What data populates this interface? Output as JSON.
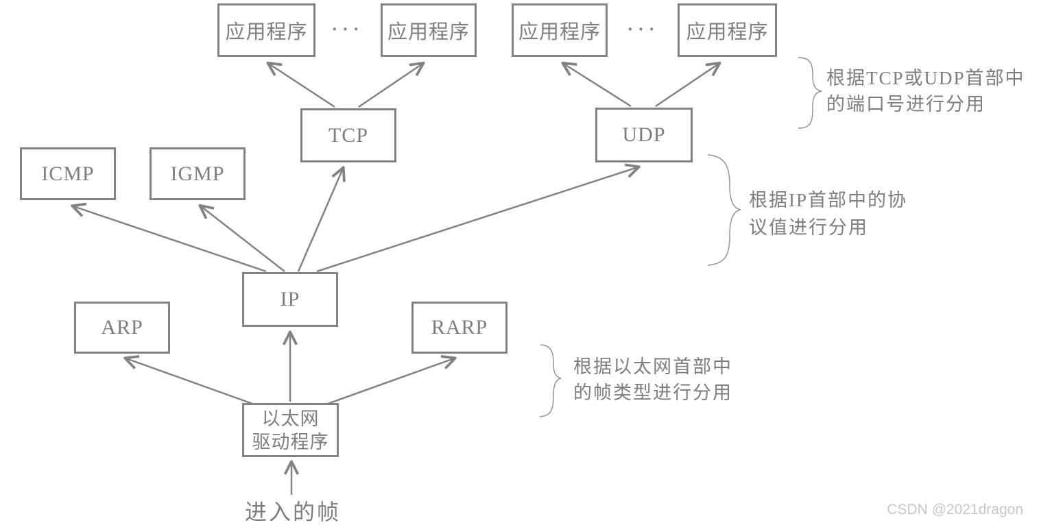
{
  "diagram": {
    "colors": {
      "line": "#828282",
      "box_border": "#828282",
      "box_text": "#7e7e7e",
      "brace": "#8f8f8f",
      "watermark": "#c6c6c6"
    },
    "boxes": [
      {
        "id": "app-1",
        "label": "应用程序"
      },
      {
        "id": "app-2",
        "label": "应用程序"
      },
      {
        "id": "app-3",
        "label": "应用程序"
      },
      {
        "id": "app-4",
        "label": "应用程序"
      },
      {
        "id": "tcp",
        "label": "TCP"
      },
      {
        "id": "udp",
        "label": "UDP"
      },
      {
        "id": "icmp",
        "label": "ICMP"
      },
      {
        "id": "igmp",
        "label": "IGMP"
      },
      {
        "id": "ip",
        "label": "IP"
      },
      {
        "id": "arp",
        "label": "ARP"
      },
      {
        "id": "rarp",
        "label": "RARP"
      }
    ],
    "ethernet_box": {
      "line1": "以太网",
      "line2": "驱动程序"
    },
    "ellipsis_left": "···",
    "ellipsis_right": "···",
    "incoming_frame_label": "进入的帧",
    "annotations": [
      {
        "id": "transport",
        "line1": "根据TCP或UDP首部中",
        "line2": "的端口号进行分用"
      },
      {
        "id": "network",
        "line1": "根据IP首部中的协",
        "line2": "议值进行分用"
      },
      {
        "id": "link",
        "line1": "根据以太网首部中",
        "line2": "的帧类型进行分用"
      }
    ],
    "watermark": "CSDN @2021dragon"
  }
}
